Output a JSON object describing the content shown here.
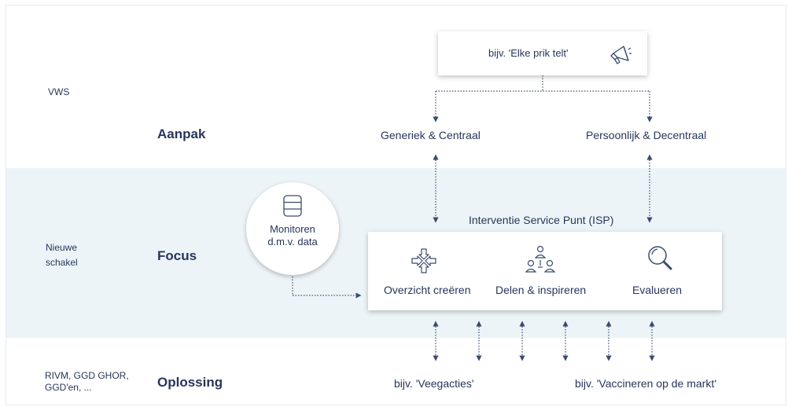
{
  "rows": [
    {
      "left_label": "VWS",
      "row_label": "Aanpak"
    },
    {
      "left_label": "Nieuwe\nschakel",
      "row_label": "Focus"
    },
    {
      "left_label": "RIVM, GGD GHOR,\nGGD'en, ...",
      "row_label": "Oplossing"
    }
  ],
  "top_box": {
    "text": "bijv. 'Elke prik telt'",
    "icon": "megaphone-icon"
  },
  "approach": {
    "generic": "Generiek & Centraal",
    "personal": "Persoonlijk & Decentraal"
  },
  "monitor": {
    "text_line1": "Monitoren",
    "text_line2": "d.m.v. data",
    "icon": "database-icon"
  },
  "isp": {
    "title": "Interventie Service Punt (ISP)",
    "items": [
      {
        "label": "Overzicht creëren",
        "icon": "arrows-converge-icon"
      },
      {
        "label": "Delen & inspireren",
        "icon": "people-network-icon"
      },
      {
        "label": "Evalueren",
        "icon": "magnifier-icon"
      }
    ]
  },
  "examples": {
    "left": "bijv. 'Veegacties'",
    "right": "bijv. 'Vaccineren op de markt'"
  },
  "colors": {
    "text": "#26365b",
    "band": "#edf4f8",
    "line": "#3a4b6e"
  }
}
